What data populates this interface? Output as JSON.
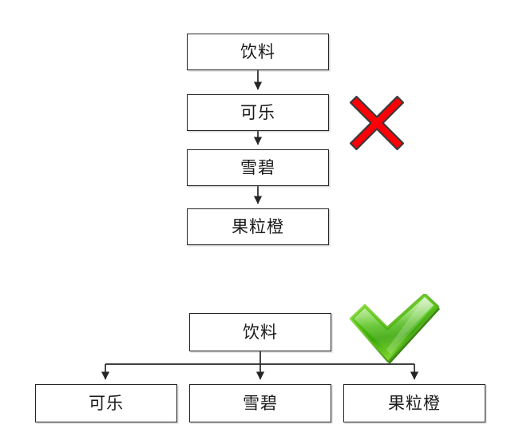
{
  "diagram": {
    "title_hidden": "",
    "background_color": "#ffffff",
    "box_border_color": "#262626",
    "text_color": "#1a1a1a",
    "connector_color": "#262626",
    "cross_color": "#fb0006",
    "cross_outline_color": "#3a3a3a",
    "check_color": "#4bbd10",
    "check_outline_color": "#2b7a06",
    "sections": [
      {
        "id": "incorrect-chain",
        "layout": "vertical-chain",
        "mark": "cross-icon",
        "mark_meaning": "incorrect",
        "nodes": [
          {
            "id": "top-1",
            "label": "饮料"
          },
          {
            "id": "top-2",
            "label": "可乐"
          },
          {
            "id": "top-3",
            "label": "雪碧"
          },
          {
            "id": "top-4",
            "label": "果粒橙"
          }
        ],
        "edges": [
          {
            "from": "top-1",
            "to": "top-2"
          },
          {
            "from": "top-2",
            "to": "top-3"
          },
          {
            "from": "top-3",
            "to": "top-4"
          }
        ]
      },
      {
        "id": "correct-tree",
        "layout": "one-to-many-tree",
        "mark": "check-icon",
        "mark_meaning": "correct",
        "nodes": [
          {
            "id": "bot-root",
            "label": "饮料"
          },
          {
            "id": "bot-1",
            "label": "可乐"
          },
          {
            "id": "bot-2",
            "label": "雪碧"
          },
          {
            "id": "bot-3",
            "label": "果粒橙"
          }
        ],
        "edges": [
          {
            "from": "bot-root",
            "to": "bot-1"
          },
          {
            "from": "bot-root",
            "to": "bot-2"
          },
          {
            "from": "bot-root",
            "to": "bot-3"
          }
        ]
      }
    ]
  }
}
